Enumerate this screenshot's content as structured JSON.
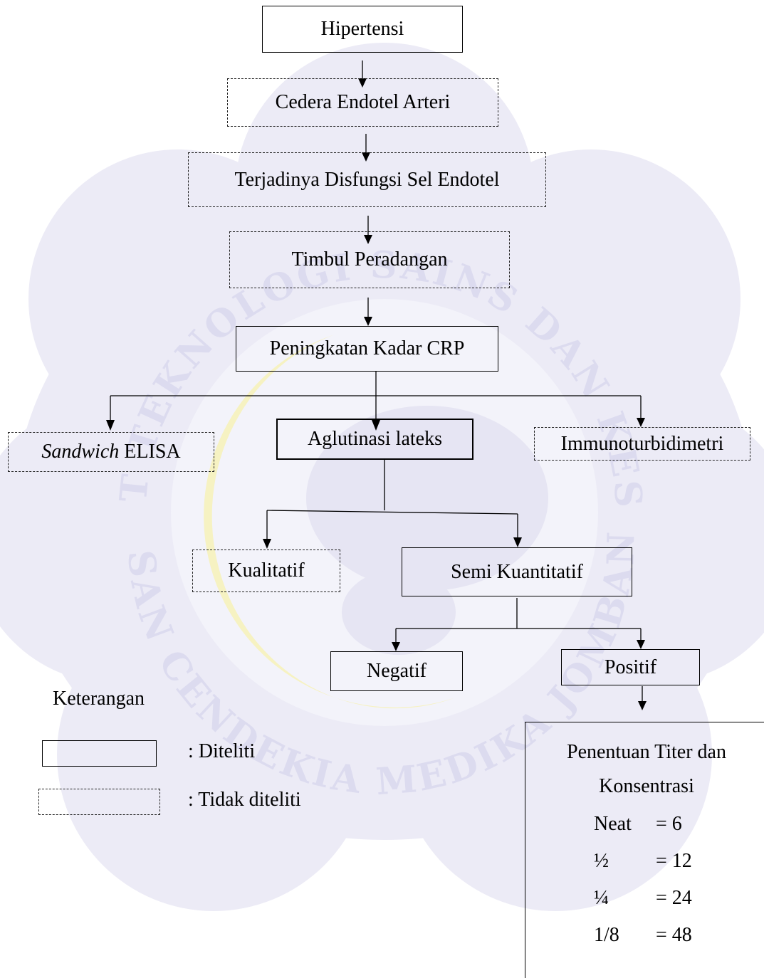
{
  "nodes": {
    "hipertensi": "Hipertensi",
    "cedera": "Cedera Endotel Arteri",
    "disfungsi": "Terjadinya Disfungsi Sel Endotel",
    "peradangan": "Timbul Peradangan",
    "crp": "Peningkatan Kadar CRP",
    "sandwich_italic": "Sandwich",
    "sandwich_rest": " ELISA",
    "aglutinasi": "Aglutinasi lateks",
    "immuno": "Immunoturbidimetri",
    "kualitatif": "Kualitatif",
    "semi": "Semi Kuantitatif",
    "negatif": "Negatif",
    "positif": "Positif"
  },
  "result": {
    "title_line1": "Penentuan Titer dan",
    "title_line2": "Konsentrasi",
    "rows": [
      {
        "label": "Neat",
        "value": "= 6"
      },
      {
        "label": "½",
        "value": "= 12"
      },
      {
        "label": "¼",
        "value": "= 24"
      },
      {
        "label": "1/8",
        "value": "= 48"
      }
    ]
  },
  "legend": {
    "title": "Keterangan",
    "solid_label": ": Diteliti",
    "dashed_label": ": Tidak diteliti"
  },
  "watermark": {
    "top_text": "INSTITUT TEKNOLOGI SAINS DAN KESEHATAN",
    "bottom_text": "INSAN CENDEKIA MEDIKA JOMBANG",
    "colors": {
      "petal": "#ecebf6",
      "text": "#dcdbef",
      "moon": "#f6f2c2"
    }
  }
}
